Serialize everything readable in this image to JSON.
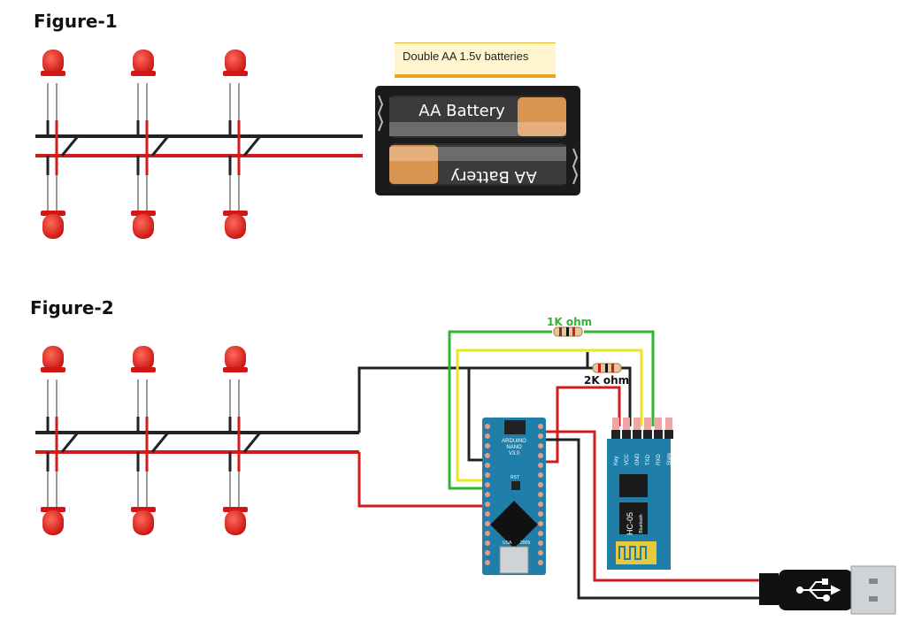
{
  "figure1": {
    "title": "Figure-1"
  },
  "figure2": {
    "title": "Figure-2"
  },
  "note": {
    "text": "Double AA 1.5v batteries"
  },
  "battery": {
    "label_top": "AA Battery",
    "label_bottom": "AA Battery"
  },
  "resistors": {
    "r1_label": "1K ohm",
    "r2_label": "2K ohm"
  },
  "arduino": {
    "name_line1": "ARDUINO",
    "name_line2": "NANO",
    "name_line3": "V3.0",
    "rst_label": "RST",
    "usa_label": "USA",
    "year_label": "2009"
  },
  "bluetooth": {
    "model": "HC-05",
    "sub": "Bluetooth",
    "pins": [
      "Key",
      "VCC",
      "GND",
      "TXD",
      "RXD",
      "State"
    ]
  },
  "colors": {
    "wire_red": "#d01c1c",
    "wire_black": "#222222",
    "wire_green": "#2fb52f",
    "wire_yellow": "#e8e81e",
    "pcb_blue": "#1f7fa8",
    "led_red": "#e8201f",
    "r1_label_color": "#2fb52f",
    "r2_label_color": "#111111"
  }
}
